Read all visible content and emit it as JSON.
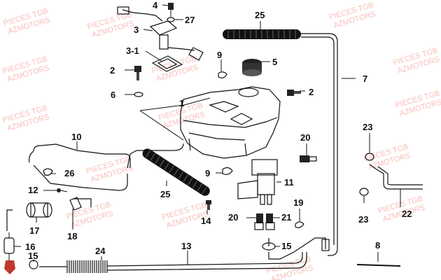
{
  "watermark": {
    "line1": "PIECES TGB",
    "line2": "AZMOTORS",
    "color": "#f08a80"
  },
  "callouts": [
    {
      "id": "c1",
      "label": "1"
    },
    {
      "id": "c2a",
      "label": "2"
    },
    {
      "id": "c2b",
      "label": "2"
    },
    {
      "id": "c3",
      "label": "3"
    },
    {
      "id": "c3-1",
      "label": "3-1"
    },
    {
      "id": "c4",
      "label": "4"
    },
    {
      "id": "c5",
      "label": "5"
    },
    {
      "id": "c6",
      "label": "6"
    },
    {
      "id": "c7",
      "label": "7"
    },
    {
      "id": "c8",
      "label": "8"
    },
    {
      "id": "c9a",
      "label": "9"
    },
    {
      "id": "c9b",
      "label": "9"
    },
    {
      "id": "c10",
      "label": "10"
    },
    {
      "id": "c11",
      "label": "11"
    },
    {
      "id": "c12",
      "label": "12"
    },
    {
      "id": "c13",
      "label": "13"
    },
    {
      "id": "c14",
      "label": "14"
    },
    {
      "id": "c15a",
      "label": "15"
    },
    {
      "id": "c15b",
      "label": "15"
    },
    {
      "id": "c16",
      "label": "16"
    },
    {
      "id": "c17",
      "label": "17"
    },
    {
      "id": "c18",
      "label": "18"
    },
    {
      "id": "c19",
      "label": "19"
    },
    {
      "id": "c20a",
      "label": "20"
    },
    {
      "id": "c20b",
      "label": "20"
    },
    {
      "id": "c21",
      "label": "21"
    },
    {
      "id": "c22",
      "label": "22"
    },
    {
      "id": "c23a",
      "label": "23"
    },
    {
      "id": "c23b",
      "label": "23"
    },
    {
      "id": "c24",
      "label": "24"
    },
    {
      "id": "c25a",
      "label": "25"
    },
    {
      "id": "c25b",
      "label": "25"
    },
    {
      "id": "c26",
      "label": "26"
    },
    {
      "id": "c27",
      "label": "27"
    }
  ]
}
